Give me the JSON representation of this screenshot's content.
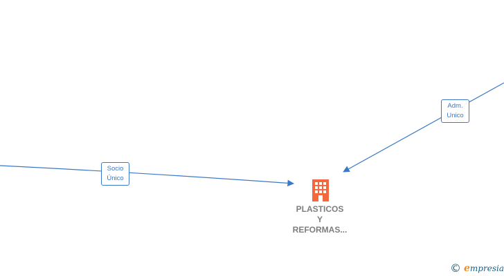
{
  "diagram": {
    "relations": [
      {
        "label_line1": "Socio",
        "label_line2": "Único"
      },
      {
        "label_line1": "Adm.",
        "label_line2": "Unico"
      }
    ],
    "company": {
      "name_lines": [
        "PLASTICOS",
        "Y",
        "REFORMAS..."
      ]
    }
  },
  "branding": {
    "copyright_symbol": "©",
    "logo_initial": "e",
    "logo_rest": "mpresia"
  },
  "colors": {
    "edge": "#3a78c8",
    "company_icon": "#f26a3c",
    "company_text": "#7d7d7d",
    "brand": "#1b5f82",
    "brand_accent": "#f08c1e"
  }
}
